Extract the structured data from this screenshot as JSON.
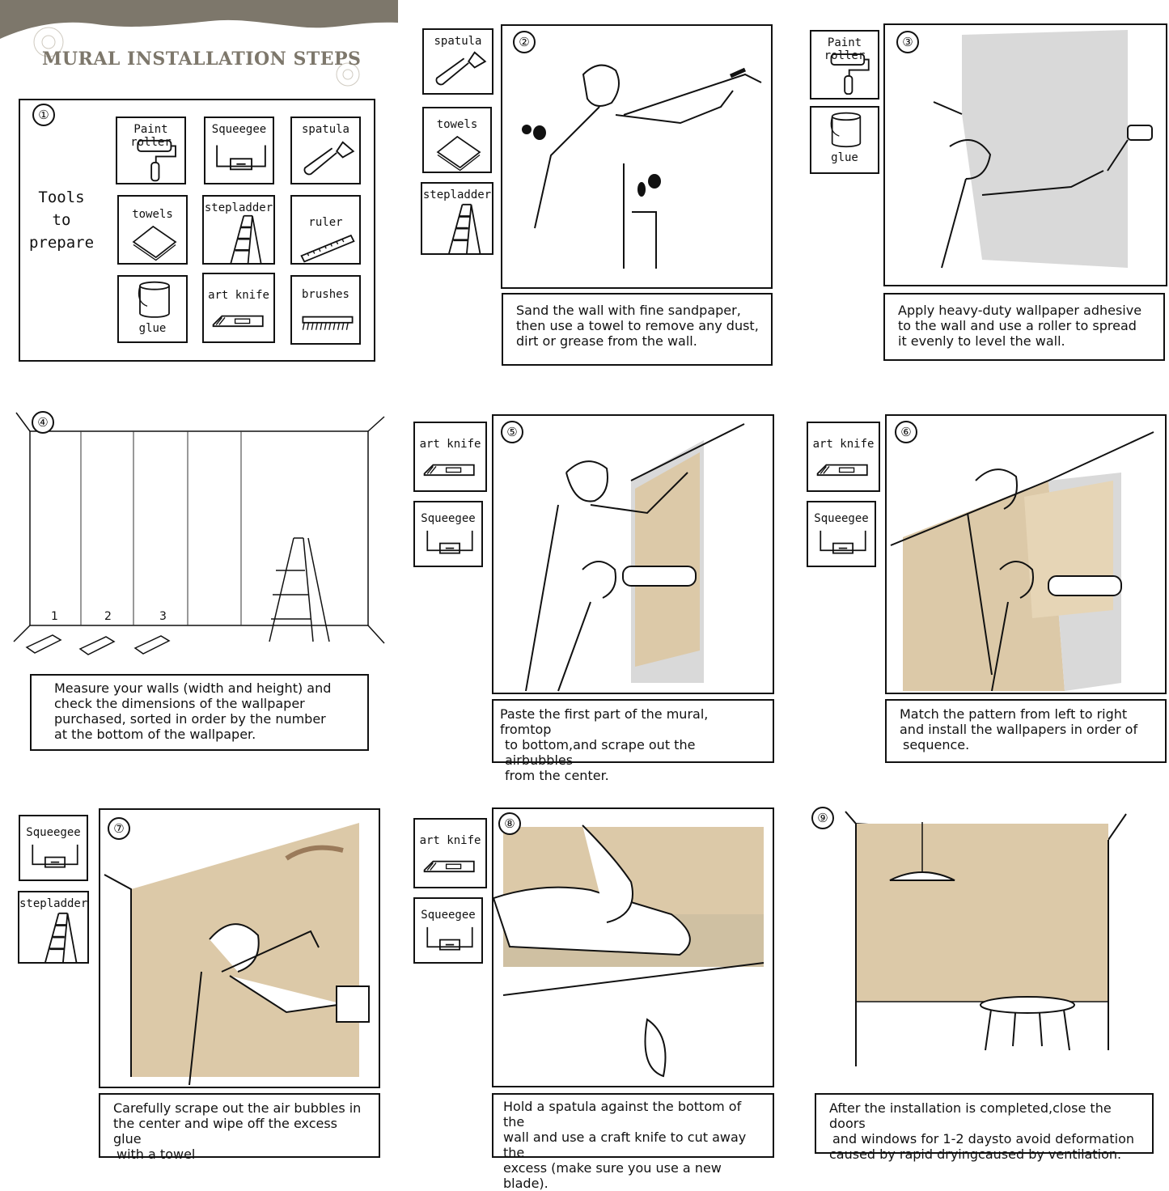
{
  "header": {
    "title": "MURAL INSTALLATION STEPS"
  },
  "step1": {
    "number": "①",
    "title_lines": [
      "Tools",
      "to",
      "prepare"
    ],
    "tools": [
      "Paint roller",
      "Squeegee",
      "spatula",
      "towels",
      "stepladder",
      "ruler",
      "glue",
      "art knife",
      "brushes"
    ]
  },
  "step2": {
    "number": "②",
    "tools": [
      "spatula",
      "towels",
      "stepladder"
    ],
    "caption": [
      "Sand the wall with fine sandpaper,",
      "then use a towel to remove any dust,",
      "dirt or grease from the wall."
    ]
  },
  "step3": {
    "number": "③",
    "tools": [
      "Paint roller",
      "glue"
    ],
    "caption": [
      "Apply heavy-duty wallpaper adhesive",
      "to the wall and use a roller to spread",
      "it evenly to level the wall."
    ]
  },
  "step4": {
    "number": "④",
    "roll_numbers": [
      "1",
      "2",
      "3"
    ],
    "caption": [
      "Measure your walls (width and height) and",
      "check the dimensions of the wallpaper",
      "purchased, sorted in order by the number",
      "at the bottom of the wallpaper."
    ]
  },
  "step5": {
    "number": "⑤",
    "tools": [
      "art knife",
      "Squeegee"
    ],
    "caption": [
      "Paste the first part of the mural, fromtop",
      "to bottom,and scrape out the airbubbles",
      "from the center."
    ]
  },
  "step6": {
    "number": "⑥",
    "tools": [
      "art knife",
      "Squeegee"
    ],
    "caption": [
      "Match the pattern from left to right",
      "and install the wallpapers in order of",
      "sequence."
    ]
  },
  "step7": {
    "number": "⑦",
    "tools": [
      "Squeegee",
      "stepladder"
    ],
    "caption": [
      "Carefully scrape out the air bubbles in",
      "the center and wipe off the excess glue",
      "with a towel"
    ]
  },
  "step8": {
    "number": "⑧",
    "tools": [
      "art knife",
      "Squeegee"
    ],
    "caption": [
      "Hold a spatula against the bottom of the",
      "wall and use a craft knife to cut away the",
      "excess (make sure you use a new blade)."
    ]
  },
  "step9": {
    "number": "⑨",
    "caption": [
      "After the installation is completed,close the doors",
      "and windows for 1-2 daysto avoid deformation",
      "caused by rapid dryingcaused by ventilation."
    ]
  },
  "colors": {
    "header_band": "#7d776b",
    "mural": "#dcc9a8",
    "wall_gray": "#d9d9d9"
  }
}
